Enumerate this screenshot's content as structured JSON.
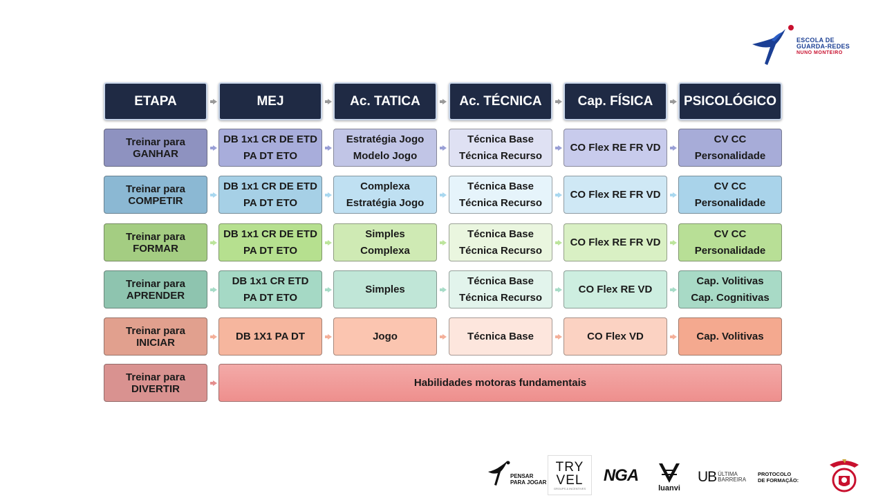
{
  "logo_top": {
    "line1": "ESCOLA DE",
    "line2": "GUARDA-REDES",
    "line3": "NUNO MONTEIRO"
  },
  "colors": {
    "header_bg": "#1f2a44",
    "ganhar": "#9ea3cf",
    "competir": "#a9cde3",
    "formar": "#b5da93",
    "aprender": "#a3d4c2",
    "iniciar": "#f2ad96",
    "divertir": "#e28b8b"
  },
  "headers": [
    "ETAPA",
    "MEJ",
    "Ac. TATICA",
    "Ac. TÉCNICA",
    "Cap. FÍSICA",
    "PSICOLÓGICO"
  ],
  "rows": [
    {
      "stage": [
        "Treinar para",
        "GANHAR"
      ],
      "cells": [
        [
          "DB 1x1 CR DE ETD",
          "PA DT ETO"
        ],
        [
          "Estratégia Jogo",
          "Modelo Jogo"
        ],
        [
          "Técnica Base",
          "Técnica Recurso"
        ],
        [
          "CO Flex RE FR VD"
        ],
        [
          "CV CC",
          "Personalidade"
        ]
      ]
    },
    {
      "stage": [
        "Treinar para",
        "COMPETIR"
      ],
      "cells": [
        [
          "DB 1x1 CR DE ETD",
          "PA DT ETO"
        ],
        [
          "Complexa",
          "Estratégia Jogo"
        ],
        [
          "Técnica Base",
          "Técnica Recurso"
        ],
        [
          "CO Flex RE FR VD"
        ],
        [
          "CV CC",
          "Personalidade"
        ]
      ]
    },
    {
      "stage": [
        "Treinar para",
        "FORMAR"
      ],
      "cells": [
        [
          "DB 1x1 CR DE ETD",
          "PA DT ETO"
        ],
        [
          "Simples",
          "Complexa"
        ],
        [
          "Técnica Base",
          "Técnica Recurso"
        ],
        [
          "CO Flex RE FR VD"
        ],
        [
          "CV CC",
          "Personalidade"
        ]
      ]
    },
    {
      "stage": [
        "Treinar para",
        "APRENDER"
      ],
      "cells": [
        [
          "DB 1x1 CR ETD",
          "PA DT ETO"
        ],
        [
          "Simples"
        ],
        [
          "Técnica Base",
          "Técnica Recurso"
        ],
        [
          "CO Flex RE VD"
        ],
        [
          "Cap. Volitivas",
          "Cap. Cognitivas"
        ]
      ]
    },
    {
      "stage": [
        "Treinar para",
        "INICIAR"
      ],
      "cells": [
        [
          "DB 1X1 PA DT"
        ],
        [
          "Jogo"
        ],
        [
          "Técnica Base"
        ],
        [
          "CO Flex VD"
        ],
        [
          "Cap. Volitivas"
        ]
      ]
    }
  ],
  "last_row": {
    "stage": [
      "Treinar para",
      "DIVERTIR"
    ],
    "merged": "Habilidades motoras fundamentais"
  },
  "bottom_logos": {
    "ppj_line1": "PENSAR",
    "ppj_line2": "PARA JOGAR",
    "tryvel_line1": "TRY",
    "tryvel_line2": "VEL",
    "tryvel_sub": "GROUPS & INCENTIVES",
    "nga": "NGA",
    "luanvi": "luanvi",
    "ub_big": "UB",
    "ub_small1": "ÚLTIMA",
    "ub_small2": "BARREIRA",
    "protocol_line1": "PROTOCOLO",
    "protocol_line2": "DE FORMAÇÃO:"
  }
}
